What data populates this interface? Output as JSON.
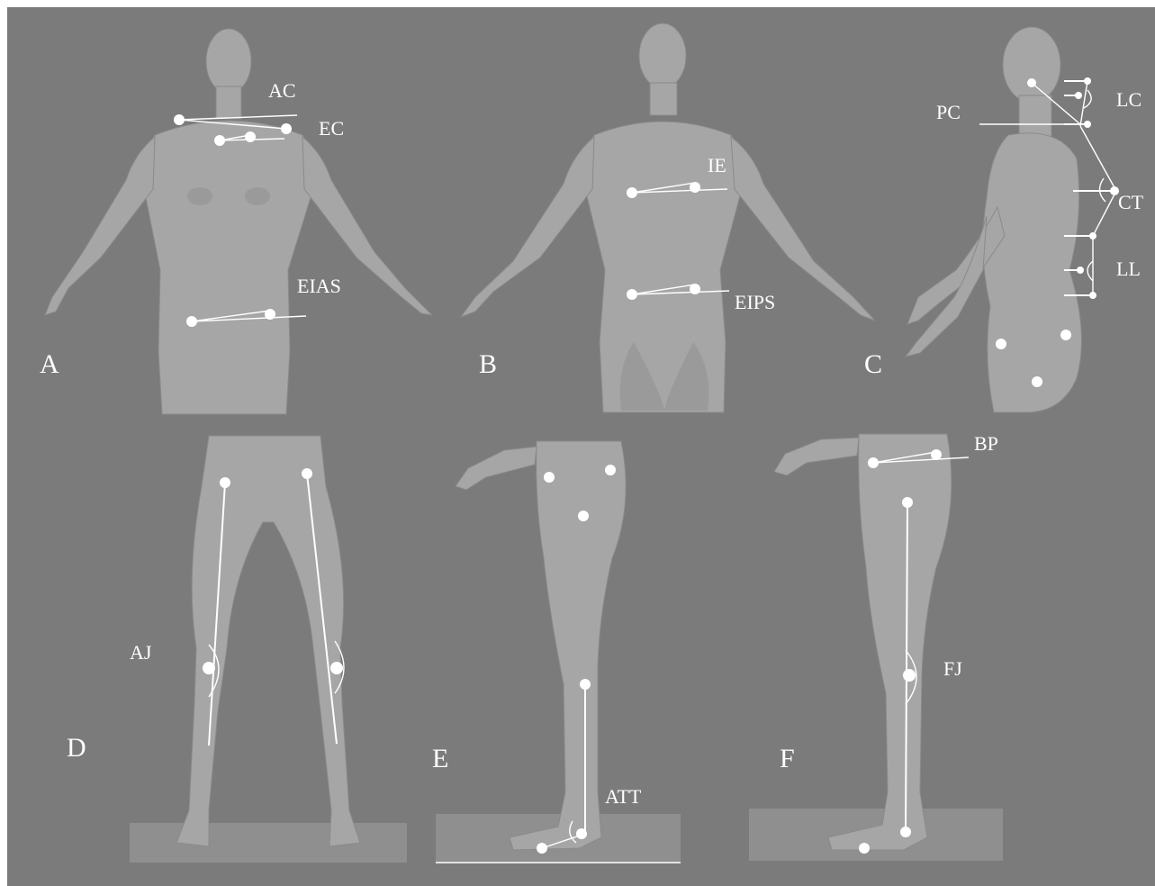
{
  "colors": {
    "background": "#7b7b7b",
    "body": "#a6a6a6",
    "markers": "#ffffff",
    "labels": "#ffffff"
  },
  "panels": {
    "A": {
      "letter": "A",
      "labels": {
        "ac": "AC",
        "ec": "EC",
        "eias": "EIAS"
      }
    },
    "B": {
      "letter": "B",
      "labels": {
        "ie": "IE",
        "eips": "EIPS"
      }
    },
    "C": {
      "letter": "C",
      "labels": {
        "pc": "PC",
        "lc": "LC",
        "ct": "CT",
        "ll": "LL"
      }
    },
    "D": {
      "letter": "D",
      "labels": {
        "aj": "AJ"
      }
    },
    "E": {
      "letter": "E",
      "labels": {
        "att": "ATT"
      }
    },
    "F": {
      "letter": "F",
      "labels": {
        "bp": "BP",
        "fj": "FJ"
      }
    }
  }
}
